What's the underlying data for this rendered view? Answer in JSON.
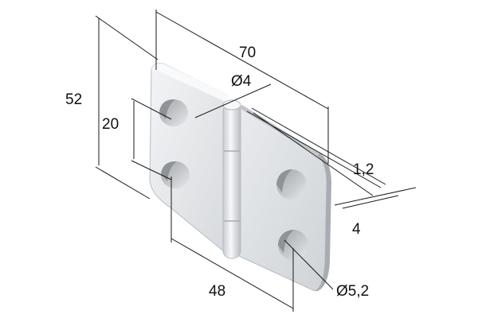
{
  "drawing": {
    "part": "hinge",
    "dimensions": {
      "overall_width": "70",
      "height": "52",
      "hole_spacing_vertical": "20",
      "hole_spacing_horizontal": "48",
      "pin_diameter": "Ø4",
      "hole_diameter": "Ø5,2",
      "leaf_thickness": "1,2",
      "knuckle_offset": "4"
    },
    "colors": {
      "line": "#1a1a1a",
      "metal_light": "#eef0f2",
      "metal_mid": "#d9dcdf",
      "metal_dark": "#aeb2b6",
      "hole_dark": "#8f9397"
    }
  }
}
